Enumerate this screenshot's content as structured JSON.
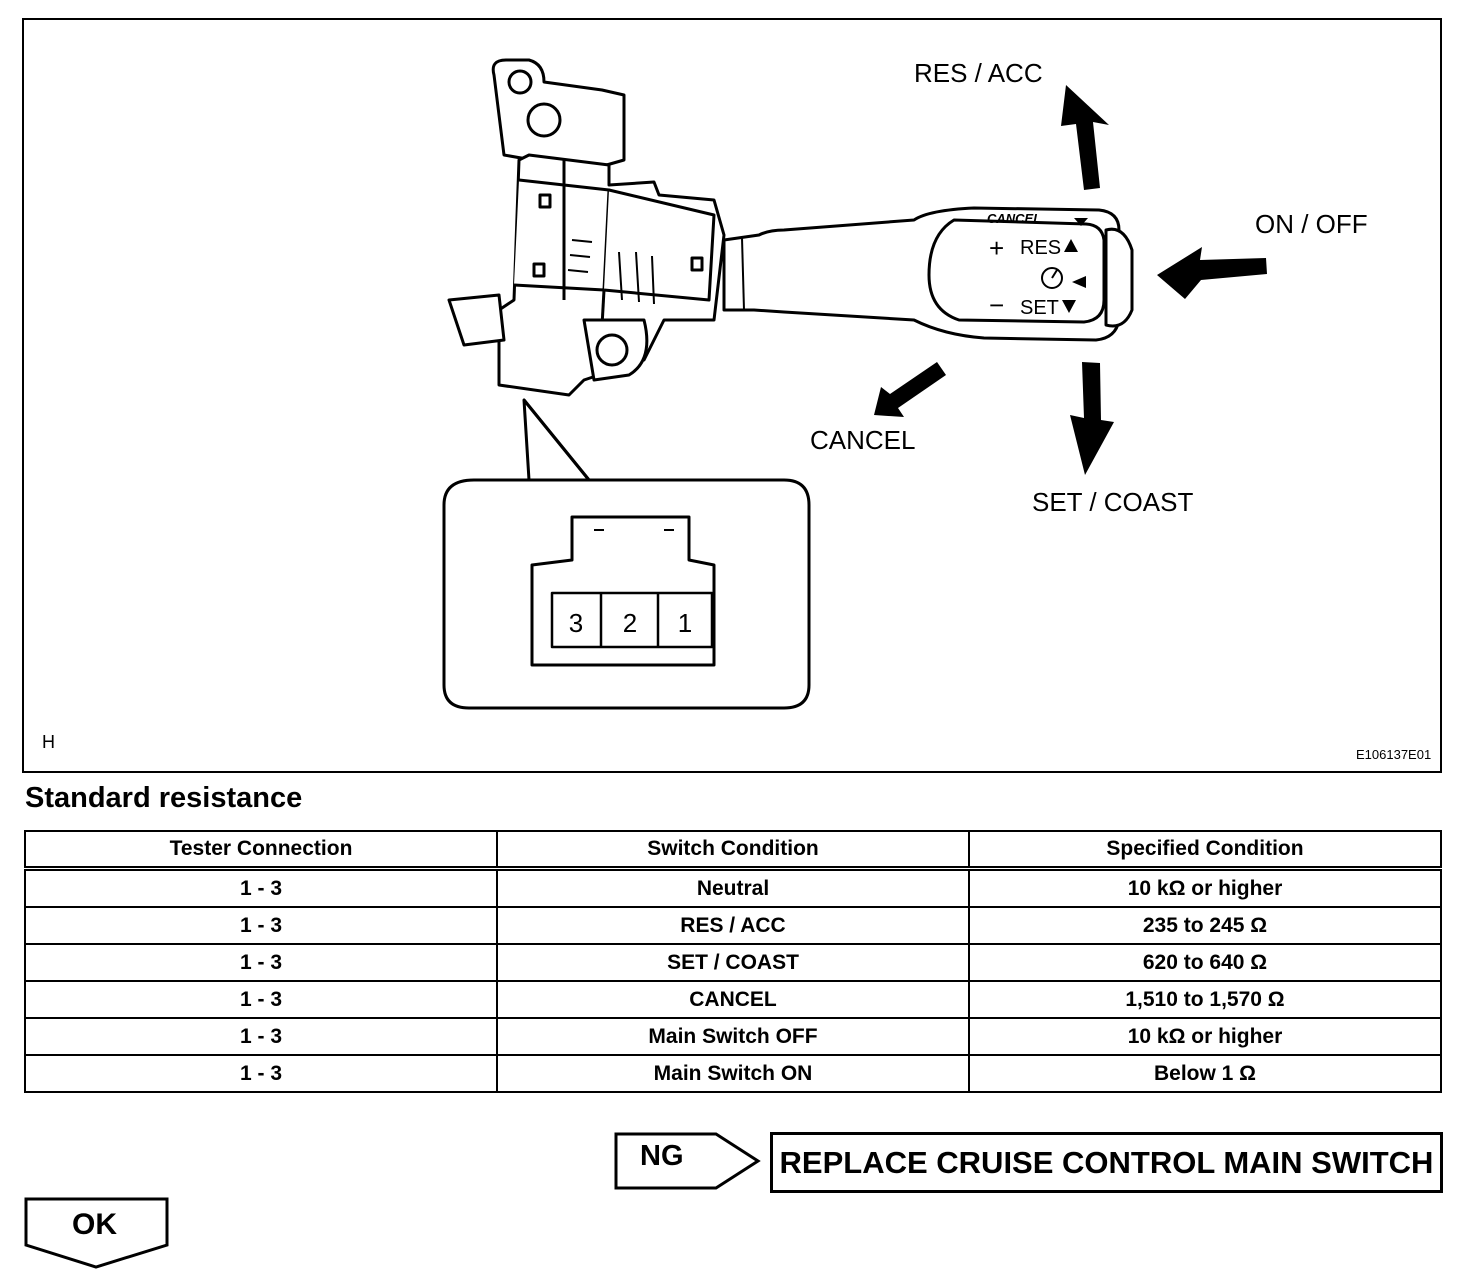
{
  "figure": {
    "corner_letter": "H",
    "figure_id": "E106137E01",
    "callouts": {
      "res_acc": "RES / ACC",
      "on_off": "ON / OFF",
      "cancel": "CANCEL",
      "set_coast": "SET / COAST"
    },
    "lever_text": {
      "cancel": "CANCEL",
      "res": "RES",
      "set": "SET",
      "plus": "+",
      "minus": "−"
    },
    "connector_pins": [
      "3",
      "2",
      "1"
    ]
  },
  "section_title": "Standard resistance",
  "table": {
    "headers": [
      "Tester Connection",
      "Switch Condition",
      "Specified Condition"
    ],
    "rows": [
      [
        "1 - 3",
        "Neutral",
        "10 kΩ or higher"
      ],
      [
        "1 - 3",
        "RES / ACC",
        "235 to 245 Ω"
      ],
      [
        "1 - 3",
        "SET / COAST",
        "620 to 640 Ω"
      ],
      [
        "1 - 3",
        "CANCEL",
        "1,510 to 1,570 Ω"
      ],
      [
        "1 - 3",
        "Main Switch OFF",
        "10 kΩ or higher"
      ],
      [
        "1 - 3",
        "Main Switch ON",
        "Below 1 Ω"
      ]
    ]
  },
  "flow": {
    "ng_label": "NG",
    "ng_action": "REPLACE CRUISE CONTROL MAIN SWITCH",
    "ok_label": "OK"
  }
}
